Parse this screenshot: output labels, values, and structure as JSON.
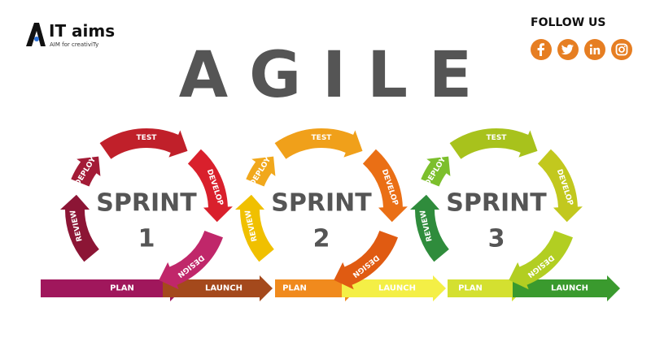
{
  "brand": {
    "name": "IT aims",
    "tagline": "AIM for creativiTy"
  },
  "follow": {
    "title": "FOLLOW US",
    "icons": [
      "facebook-icon",
      "twitter-icon",
      "linkedin-icon",
      "instagram-icon"
    ],
    "icon_color": "#e67e22"
  },
  "title": "AGILE",
  "cycle_labels": [
    "TEST",
    "DEVELOP",
    "DESIGN",
    "REVIEW",
    "DEPLOY"
  ],
  "sprints": [
    {
      "word": "SPRINT",
      "number": "1",
      "palette": {
        "test": "#c0202a",
        "develop": "#d9202c",
        "design": "#c0276a",
        "review": "#8c1535",
        "deploy": "#a31b36",
        "plan": "#a0175c",
        "launch": "#a4491c"
      }
    },
    {
      "word": "SPRINT",
      "number": "2",
      "palette": {
        "test": "#f0a01a",
        "develop": "#ea6f15",
        "design": "#e05b12",
        "review": "#f0c000",
        "deploy": "#f1a81c",
        "plan": "#f08a1d",
        "launch": "#f4ef46"
      }
    },
    {
      "word": "SPRINT",
      "number": "3",
      "palette": {
        "test": "#a8c21c",
        "develop": "#c2c81e",
        "design": "#b2ce22",
        "review": "#2f8c3c",
        "deploy": "#7cbf2c",
        "plan": "#d4e030",
        "launch": "#3a9a2e"
      }
    }
  ],
  "flow": {
    "plan": "PLAN",
    "launch": "LAUNCH"
  },
  "colors": {
    "title": "#555555",
    "sprint_text": "#555555"
  }
}
